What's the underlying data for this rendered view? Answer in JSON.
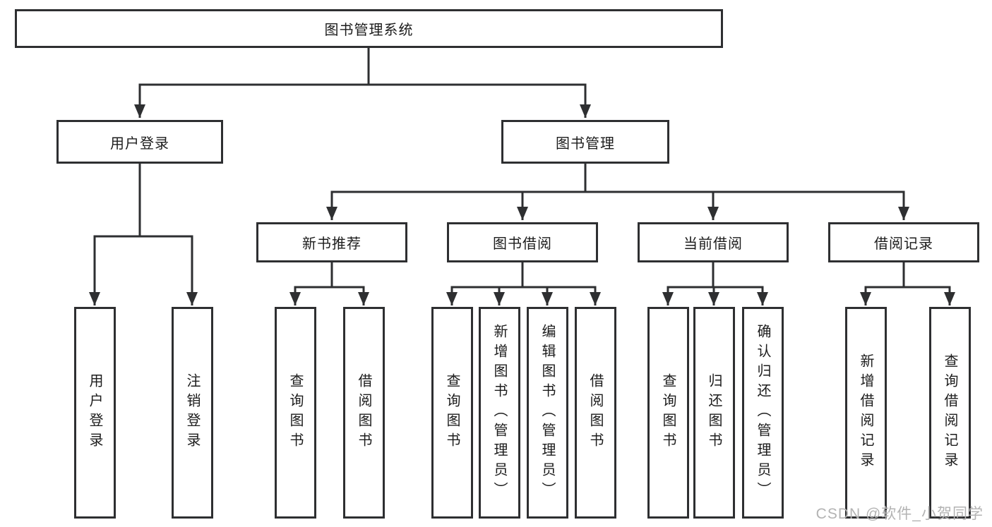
{
  "watermark": "CSDN @软件_小贺同学",
  "colors": {
    "line": "#2e2f31",
    "box_border": "#2e2f31",
    "text": "#1c1c1c",
    "watermark": "#b3b3b3",
    "background": "#ffffff"
  },
  "tree": {
    "root": {
      "label": "图书管理系统"
    },
    "branches": [
      {
        "label": "用户登录",
        "children": [
          {
            "label": "用户登录"
          },
          {
            "label": "注销登录"
          }
        ]
      },
      {
        "label": "图书管理",
        "modules": [
          {
            "label": "新书推荐",
            "children": [
              {
                "label": "查询图书"
              },
              {
                "label": "借阅图书"
              }
            ]
          },
          {
            "label": "图书借阅",
            "children": [
              {
                "label": "查询图书"
              },
              {
                "label": "新增图书（管理员）"
              },
              {
                "label": "编辑图书（管理员）"
              },
              {
                "label": "借阅图书"
              }
            ]
          },
          {
            "label": "当前借阅",
            "children": [
              {
                "label": "查询图书"
              },
              {
                "label": "归还图书"
              },
              {
                "label": "确认归还（管理员）"
              }
            ]
          },
          {
            "label": "借阅记录",
            "children": [
              {
                "label": "新增借阅记录"
              },
              {
                "label": "查询借阅记录"
              }
            ]
          }
        ]
      }
    ]
  }
}
